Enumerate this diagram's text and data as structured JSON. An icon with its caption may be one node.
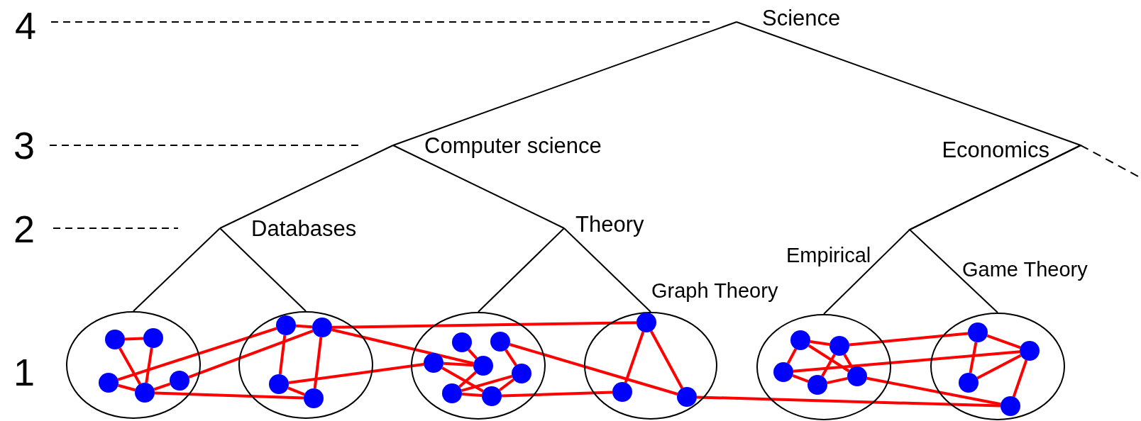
{
  "diagram": {
    "nodes": [
      {
        "text": [
          "Science"
        ]
      },
      {
        "text": [
          "Computer science"
        ]
      },
      {
        "text": [
          "Economics"
        ]
      },
      {
        "text": [
          "Databases"
        ]
      },
      {
        "text": [
          "Theory"
        ]
      },
      {
        "text": [],
        "shape": "ellipse"
      },
      {
        "text": [],
        "shape": "ellipse"
      },
      {
        "text": [],
        "shape": "ellipse"
      },
      {
        "text": [],
        "shape": "ellipse",
        "beside": [
          "Graph Theory"
        ]
      },
      {
        "text": [],
        "shape": "ellipse",
        "beside": [
          "Empirical"
        ]
      },
      {
        "text": [],
        "shape": "ellipse",
        "beside": [
          "Game Theory"
        ]
      },
      {
        "text": [],
        "shape": "circle",
        "in": 5
      },
      {
        "text": [],
        "shape": "circle",
        "in": 5
      },
      {
        "text": [],
        "shape": "circle",
        "in": 5
      },
      {
        "text": [],
        "shape": "circle",
        "in": 5
      },
      {
        "text": [],
        "shape": "circle",
        "in": 5
      },
      {
        "text": [],
        "shape": "circle",
        "in": 6
      },
      {
        "text": [],
        "shape": "circle",
        "in": 6
      },
      {
        "text": [],
        "shape": "circle",
        "in": 6
      },
      {
        "text": [],
        "shape": "circle",
        "in": 6
      },
      {
        "text": [],
        "shape": "circle",
        "in": 7
      },
      {
        "text": [],
        "shape": "circle",
        "in": 7
      },
      {
        "text": [],
        "shape": "circle",
        "in": 7
      },
      {
        "text": [],
        "shape": "circle",
        "in": 7
      },
      {
        "text": [],
        "shape": "circle",
        "in": 7
      },
      {
        "text": [],
        "shape": "circle",
        "in": 7
      },
      {
        "text": [],
        "shape": "circle",
        "in": 7
      },
      {
        "text": [],
        "shape": "circle",
        "in": 8
      },
      {
        "text": [],
        "shape": "circle",
        "in": 8
      },
      {
        "text": [],
        "shape": "circle",
        "in": 8
      },
      {
        "text": [],
        "shape": "circle",
        "in": 9
      },
      {
        "text": [],
        "shape": "circle",
        "in": 9
      },
      {
        "text": [],
        "shape": "circle",
        "in": 9
      },
      {
        "text": [],
        "shape": "circle",
        "in": 9
      },
      {
        "text": [],
        "shape": "circle",
        "in": 9
      },
      {
        "text": [],
        "shape": "circle",
        "in": 10
      },
      {
        "text": [],
        "shape": "circle",
        "in": 10
      },
      {
        "text": [],
        "shape": "circle",
        "in": 10
      },
      {
        "text": [],
        "shape": "circle",
        "in": 10
      }
    ],
    "edges": [
      {
        "from": 0,
        "to": 1,
        "arrow": "none",
        "color": "#000000"
      },
      {
        "from": 0,
        "to": 2,
        "arrow": "none",
        "color": "#000000"
      },
      {
        "from": 1,
        "to": 3,
        "arrow": "none",
        "color": "#000000"
      },
      {
        "from": 1,
        "to": 4,
        "arrow": "none",
        "color": "#000000"
      },
      {
        "from": 3,
        "to": 5,
        "arrow": "none",
        "color": "#000000"
      },
      {
        "from": 3,
        "to": 6,
        "arrow": "none",
        "color": "#000000"
      },
      {
        "from": 4,
        "to": 7,
        "arrow": "none",
        "color": "#000000"
      },
      {
        "from": 4,
        "to": 8,
        "arrow": "none",
        "color": "#000000"
      },
      {
        "from": 2,
        "to": 9,
        "arrow": "none",
        "color": "#000000"
      },
      {
        "from": 2,
        "to": 10,
        "arrow": "none",
        "color": "#000000"
      },
      {
        "from": 2,
        "to": null,
        "arrow": "none",
        "color": "#000000",
        "style": "dashed"
      },
      {
        "from": 11,
        "to": 12,
        "arrow": "none"
      },
      {
        "from": 11,
        "to": 14,
        "arrow": "none"
      },
      {
        "from": 12,
        "to": 14,
        "arrow": "none"
      },
      {
        "from": 13,
        "to": 14,
        "arrow": "none"
      },
      {
        "from": 14,
        "to": 15,
        "arrow": "none"
      },
      {
        "from": 13,
        "to": 16,
        "arrow": "none"
      },
      {
        "from": 15,
        "to": 17,
        "arrow": "none"
      },
      {
        "from": 14,
        "to": 19,
        "arrow": "none"
      },
      {
        "from": 16,
        "to": 17,
        "arrow": "none"
      },
      {
        "from": 16,
        "to": 18,
        "arrow": "none"
      },
      {
        "from": 17,
        "to": 19,
        "arrow": "none"
      },
      {
        "from": 18,
        "to": 19,
        "arrow": "none"
      },
      {
        "from": 17,
        "to": 27,
        "arrow": "none"
      },
      {
        "from": 17,
        "to": 23,
        "arrow": "none"
      },
      {
        "from": 18,
        "to": 22,
        "arrow": "none"
      },
      {
        "from": 20,
        "to": 23,
        "arrow": "none"
      },
      {
        "from": 22,
        "to": 23,
        "arrow": "none"
      },
      {
        "from": 22,
        "to": 26,
        "arrow": "none"
      },
      {
        "from": 23,
        "to": 25,
        "arrow": "none"
      },
      {
        "from": 25,
        "to": 24,
        "arrow": "none"
      },
      {
        "from": 24,
        "to": 26,
        "arrow": "none"
      },
      {
        "from": 21,
        "to": 24,
        "arrow": "none"
      },
      {
        "from": 25,
        "to": 26,
        "arrow": "none"
      },
      {
        "from": 26,
        "to": 28,
        "arrow": "none"
      },
      {
        "from": 21,
        "to": 29,
        "arrow": "none"
      },
      {
        "from": 27,
        "to": 28,
        "arrow": "none"
      },
      {
        "from": 27,
        "to": 29,
        "arrow": "none"
      },
      {
        "from": 29,
        "to": 38,
        "arrow": "none"
      },
      {
        "from": 30,
        "to": 31,
        "arrow": "none"
      },
      {
        "from": 30,
        "to": 32,
        "arrow": "none"
      },
      {
        "from": 30,
        "to": 34,
        "arrow": "none"
      },
      {
        "from": 31,
        "to": 33,
        "arrow": "none"
      },
      {
        "from": 31,
        "to": 34,
        "arrow": "none"
      },
      {
        "from": 32,
        "to": 33,
        "arrow": "none"
      },
      {
        "from": 33,
        "to": 34,
        "arrow": "none"
      },
      {
        "from": 32,
        "to": 36,
        "arrow": "none"
      },
      {
        "from": 31,
        "to": 35,
        "arrow": "none"
      },
      {
        "from": 34,
        "to": 38,
        "arrow": "none"
      },
      {
        "from": 35,
        "to": 36,
        "arrow": "none"
      },
      {
        "from": 35,
        "to": 37,
        "arrow": "none"
      },
      {
        "from": 37,
        "to": 36,
        "arrow": "none"
      },
      {
        "from": 36,
        "to": 38,
        "arrow": "none"
      }
    ],
    "labels": [
      "4",
      "3",
      "2",
      "1"
    ]
  }
}
